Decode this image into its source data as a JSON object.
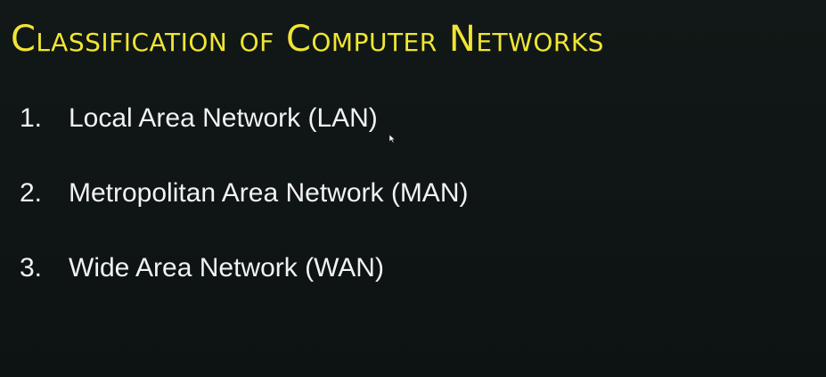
{
  "slide": {
    "title": "Classification of Computer Networks",
    "items": [
      {
        "number": "1.",
        "label": "Local Area Network (LAN)"
      },
      {
        "number": "2.",
        "label": "Metropolitan Area Network (MAN)"
      },
      {
        "number": "3.",
        "label": "Wide Area Network (WAN)"
      }
    ]
  },
  "colors": {
    "background": "#0e1414",
    "title": "#f1e533",
    "text": "#f2f2f2"
  },
  "icons": {
    "cursor": "mouse-pointer-icon"
  }
}
